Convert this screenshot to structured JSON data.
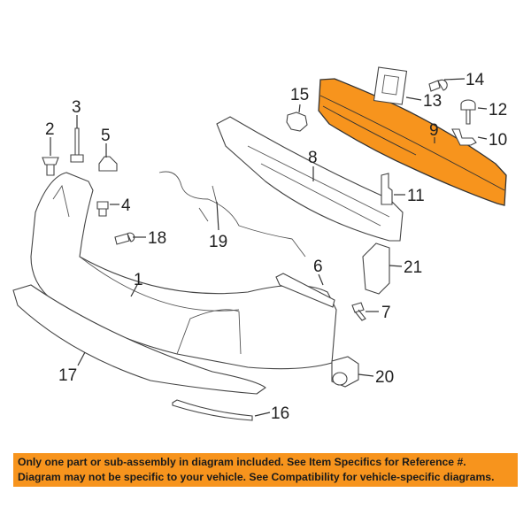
{
  "diagram": {
    "title": "Rear bumper assembly parts diagram",
    "highlight_color": "#f7941d",
    "highlighted_part": "9",
    "callouts": {
      "p1": "1",
      "p2": "2",
      "p3": "3",
      "p4": "4",
      "p5": "5",
      "p6": "6",
      "p7": "7",
      "p8": "8",
      "p9": "9",
      "p10": "10",
      "p11": "11",
      "p12": "12",
      "p13": "13",
      "p14": "14",
      "p15": "15",
      "p16": "16",
      "p17": "17",
      "p18": "18",
      "p19": "19",
      "p20": "20",
      "p21": "21"
    }
  },
  "banner": {
    "line1": "Only one part or sub-assembly in diagram included. See Item Specifics for Reference #.",
    "line2": "Diagram may not be specific to your vehicle. See Compatibility for vehicle-specific diagrams."
  }
}
